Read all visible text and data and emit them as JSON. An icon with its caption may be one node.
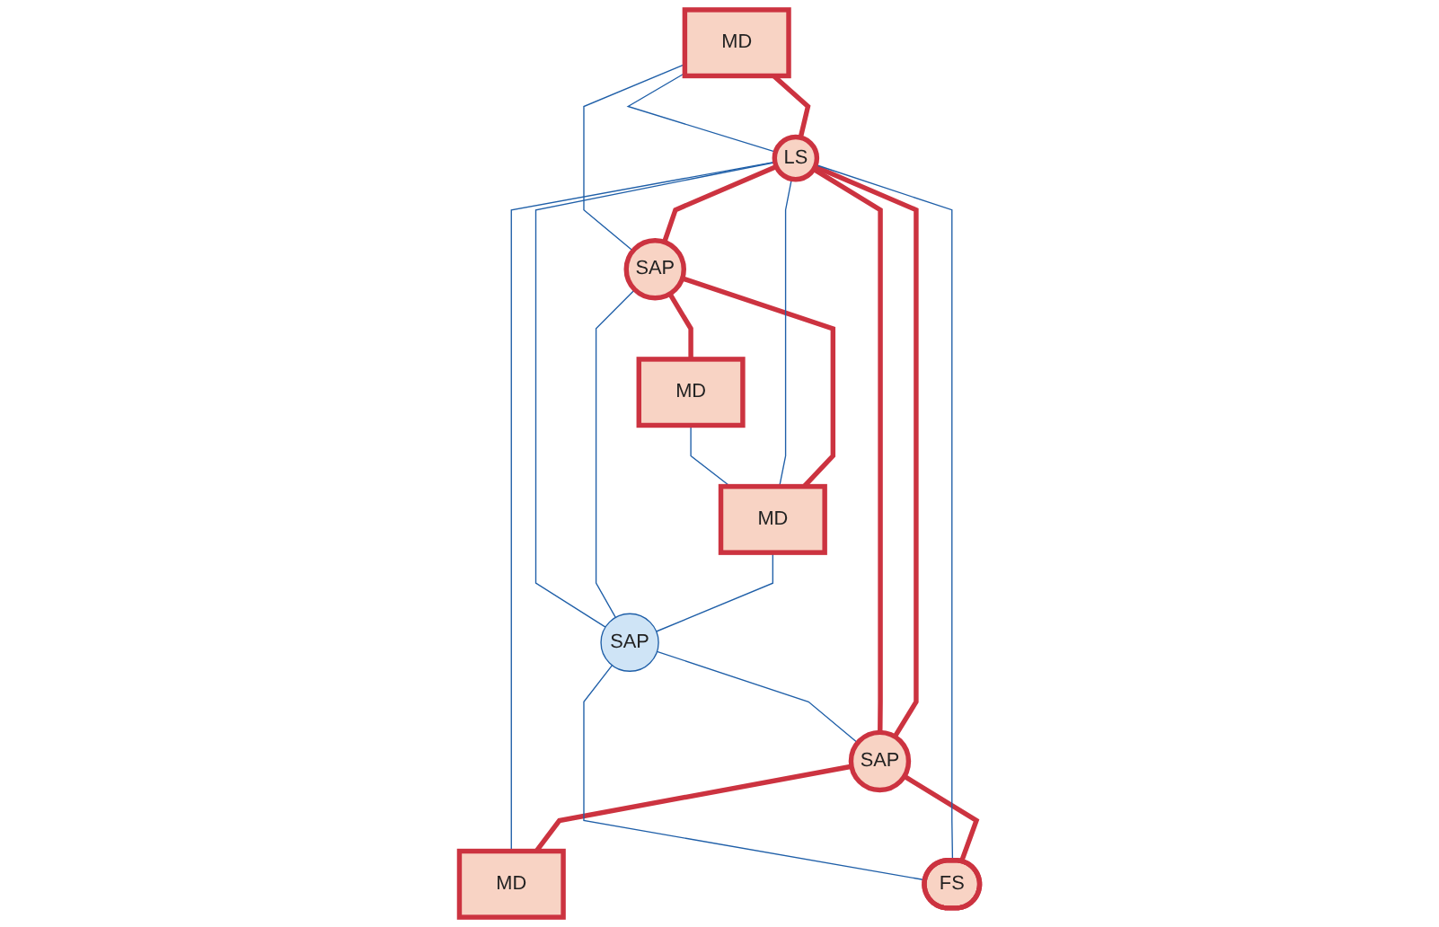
{
  "diagram": {
    "nodes": [
      {
        "text": [
          "LS"
        ]
      },
      {
        "text": [
          "MD"
        ]
      },
      {
        "text": [
          "SAP"
        ]
      },
      {
        "text": [
          "SAP"
        ]
      },
      {
        "text": [
          "SAP"
        ]
      },
      {
        "text": [
          "MD"
        ]
      },
      {
        "text": [
          "MD"
        ]
      },
      {
        "text": [
          "FS"
        ]
      },
      {
        "text": [
          "MD"
        ]
      }
    ],
    "edges": [
      {
        "from": 1,
        "to": 0,
        "arrow": "none",
        "style": "thick",
        "color": "#cc3340"
      },
      {
        "from": 0,
        "to": 2,
        "arrow": "none",
        "style": "thick",
        "color": "#cc3340"
      },
      {
        "from": 0,
        "to": 4,
        "arrow": "none",
        "style": "thick",
        "color": "#cc3340"
      },
      {
        "from": 0,
        "to": 4,
        "arrow": "none",
        "style": "thick",
        "color": "#cc3340"
      },
      {
        "from": 2,
        "to": 6,
        "arrow": "none",
        "style": "thick",
        "color": "#cc3340"
      },
      {
        "from": 2,
        "to": 8,
        "arrow": "none",
        "style": "thick",
        "color": "#cc3340"
      },
      {
        "from": 4,
        "to": 5,
        "arrow": "none",
        "style": "thick",
        "color": "#cc3340"
      },
      {
        "from": 4,
        "to": 7,
        "arrow": "none",
        "style": "thick",
        "color": "#cc3340"
      },
      {
        "from": 1,
        "to": 0,
        "arrow": "none"
      },
      {
        "from": 1,
        "to": 2,
        "arrow": "none"
      },
      {
        "from": 0,
        "to": 5,
        "arrow": "none"
      },
      {
        "from": 0,
        "to": 8,
        "arrow": "none"
      },
      {
        "from": 0,
        "to": 7,
        "arrow": "none"
      },
      {
        "from": 3,
        "to": 2,
        "arrow": "none"
      },
      {
        "from": 3,
        "to": 4,
        "arrow": "none"
      },
      {
        "from": 3,
        "to": 0,
        "arrow": "none"
      },
      {
        "from": 3,
        "to": 7,
        "arrow": "none"
      },
      {
        "from": 6,
        "to": 8,
        "arrow": "none"
      },
      {
        "from": 8,
        "to": 3,
        "arrow": "none"
      }
    ]
  }
}
